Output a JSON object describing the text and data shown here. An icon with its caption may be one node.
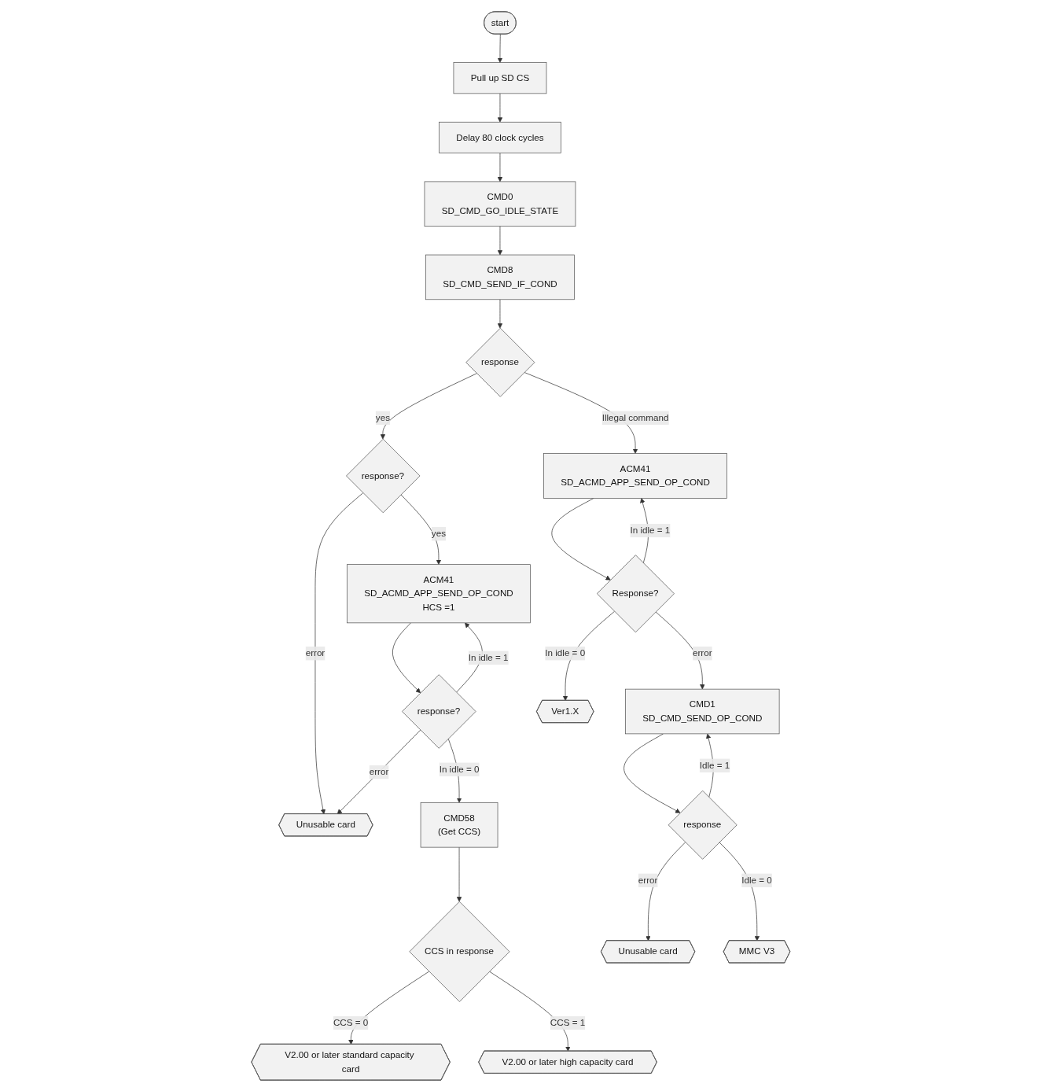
{
  "diagram": {
    "nodes": [
      {
        "text": [
          "start"
        ]
      },
      {
        "text": [
          "Pull up SD CS"
        ]
      },
      {
        "text": [
          "Delay 80 clock cycles"
        ]
      },
      {
        "text": [
          "CMD0",
          "SD_CMD_GO_IDLE_STATE"
        ]
      },
      {
        "text": [
          "CMD8",
          "SD_CMD_SEND_IF_COND"
        ]
      },
      {
        "text": [
          "response"
        ]
      },
      {
        "text": [
          "response?"
        ]
      },
      {
        "text": [
          "Unusable card"
        ]
      },
      {
        "text": [
          "ACM41",
          "SD_ACMD_APP_SEND_OP_COND"
        ]
      },
      {
        "text": [
          "ACM41",
          "SD_ACMD_APP_SEND_OP_COND",
          "HCS =1"
        ]
      },
      {
        "text": [
          "Response?"
        ]
      },
      {
        "text": [
          "response?"
        ]
      },
      {
        "text": [
          "CMD1",
          "SD_CMD_SEND_OP_COND"
        ]
      },
      {
        "text": [
          "CMD58",
          "(Get CCS)"
        ]
      },
      {
        "text": [
          "response"
        ]
      },
      {
        "text": [
          "CCS in response"
        ]
      },
      {
        "text": [
          "Unusable card"
        ]
      },
      {
        "text": [
          "MMC V3"
        ]
      },
      {
        "text": [
          "Ver1.X"
        ]
      },
      {
        "text": [
          "V2.00 or later standard capacity card"
        ]
      },
      {
        "text": [
          "V2.00 or later high capacity card"
        ]
      }
    ],
    "edges": [
      {
        "from": 0,
        "to": 1,
        "arrow": "to"
      },
      {
        "from": 1,
        "to": 2,
        "arrow": "to"
      },
      {
        "from": 2,
        "to": 3,
        "arrow": "to"
      },
      {
        "from": 3,
        "to": 4,
        "arrow": "to"
      },
      {
        "from": 4,
        "to": 5,
        "arrow": "to"
      },
      {
        "from": 5,
        "to": 8,
        "arrow": "to",
        "label": "Illegal command"
      },
      {
        "from": 5,
        "to": 6,
        "arrow": "to",
        "label": "yes"
      },
      {
        "from": 6,
        "to": 7,
        "arrow": "to",
        "label": "error"
      },
      {
        "from": 6,
        "to": 9,
        "arrow": "to",
        "label": "yes"
      },
      {
        "from": 8,
        "to": 10,
        "arrow": "to"
      },
      {
        "from": 10,
        "to": 8,
        "arrow": "to",
        "label": "In idle = 1"
      },
      {
        "from": 10,
        "to": 12,
        "arrow": "to",
        "label": "error"
      },
      {
        "from": 10,
        "to": 18,
        "arrow": "to",
        "label": "In idle = 0"
      },
      {
        "from": 9,
        "to": 11,
        "arrow": "to"
      },
      {
        "from": 11,
        "to": 9,
        "arrow": "to",
        "label": "In idle = 1"
      },
      {
        "from": 11,
        "to": 7,
        "arrow": "to",
        "label": "error"
      },
      {
        "from": 11,
        "to": 13,
        "arrow": "to",
        "label": "In idle = 0"
      },
      {
        "from": 12,
        "to": 14,
        "arrow": "to"
      },
      {
        "from": 14,
        "to": 12,
        "arrow": "to",
        "label": "Idle = 1"
      },
      {
        "from": 14,
        "to": 16,
        "arrow": "to",
        "label": "error"
      },
      {
        "from": 14,
        "to": 17,
        "arrow": "to",
        "label": "Idle = 0"
      },
      {
        "from": 13,
        "to": 15,
        "arrow": "to"
      },
      {
        "from": 15,
        "to": 19,
        "arrow": "to",
        "label": "CCS = 0"
      },
      {
        "from": 15,
        "to": 20,
        "arrow": "to",
        "label": "CCS = 1"
      }
    ]
  }
}
